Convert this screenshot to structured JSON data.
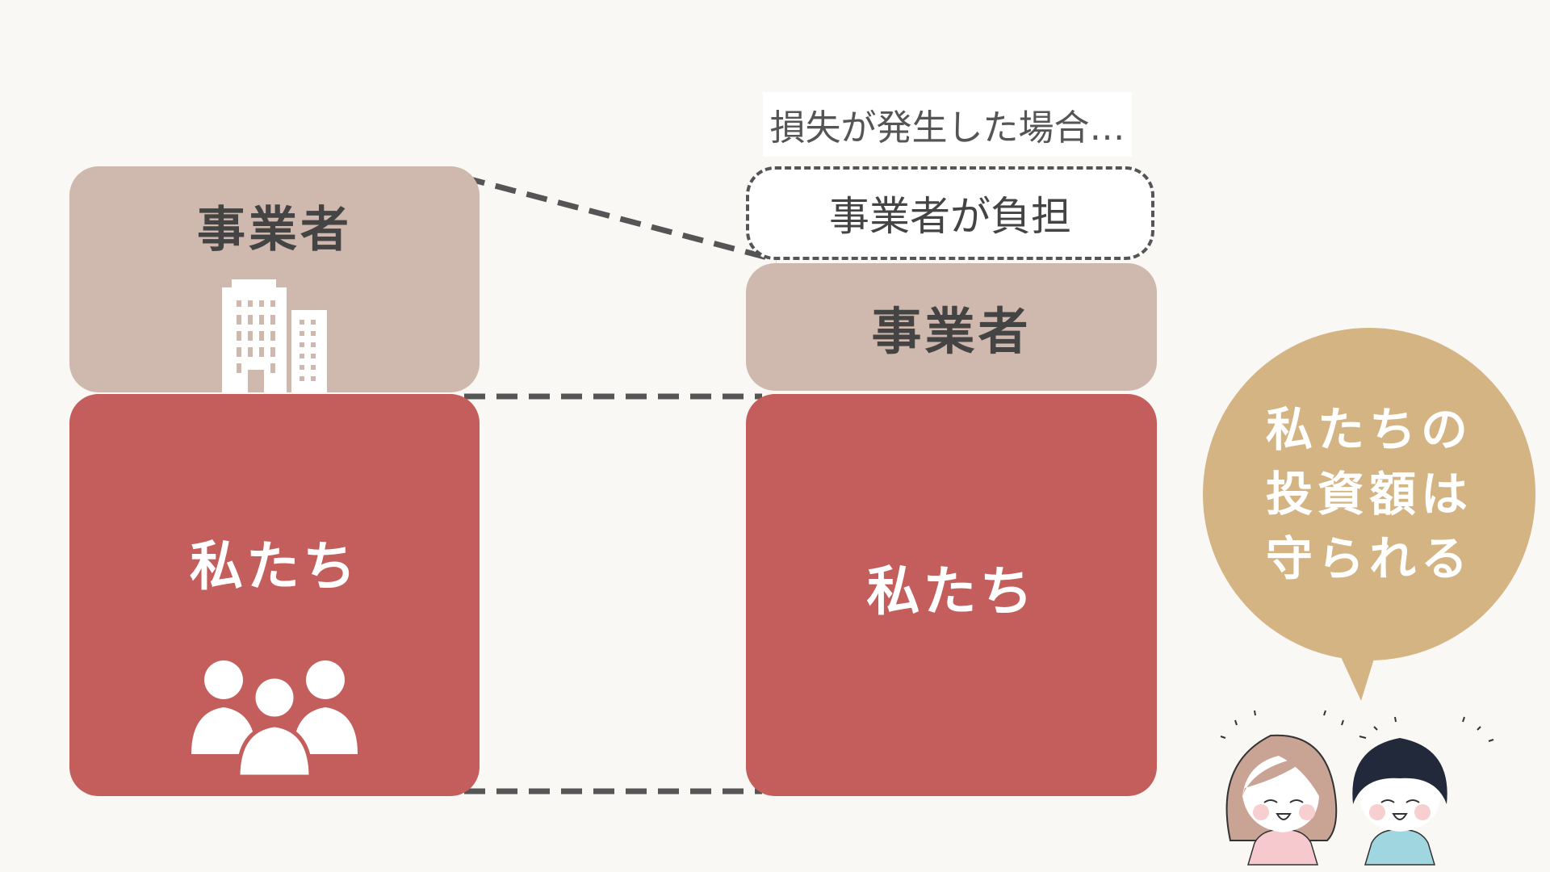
{
  "heading": "損失が発生した場合…",
  "left": {
    "operator_label": "事業者",
    "investors_label": "私たち"
  },
  "right": {
    "burden_label": "事業者が負担",
    "operator_label": "事業者",
    "investors_label": "私たち"
  },
  "bubble": {
    "lines": [
      "私たちの",
      "投資額は",
      "守られる"
    ]
  },
  "colors": {
    "operator": "#cfb8ae",
    "investors": "#c45e5c",
    "bubble": "#d4b483",
    "background": "#faf8f4"
  }
}
